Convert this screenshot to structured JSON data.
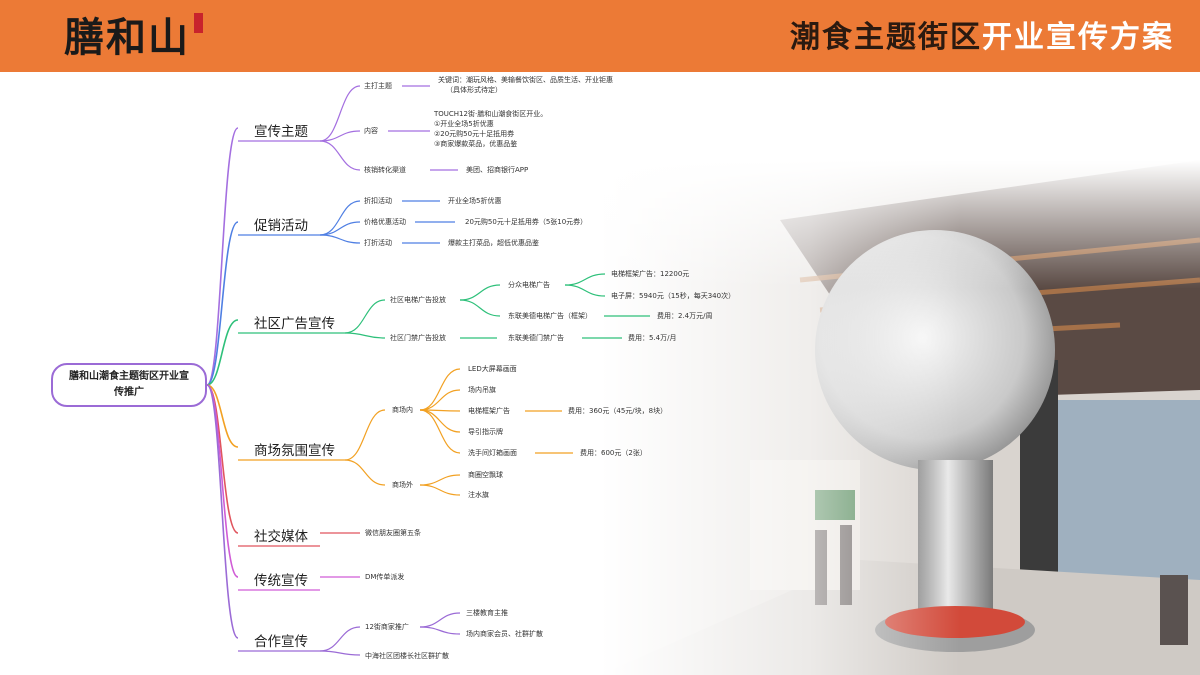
{
  "header": {
    "logo_text": "膳和山",
    "title_part1": "潮食主题街区",
    "title_part2": "开业宣传方案"
  },
  "colors": {
    "header_bg": "#ec7a36",
    "branch_purple": "#a46fe0",
    "branch_blue": "#4f7fe3",
    "branch_green": "#2ec07a",
    "branch_orange": "#f2a123",
    "branch_red": "#e0555e",
    "branch_magenta": "#d05cd6",
    "branch_violet": "#9b6bd6"
  },
  "mindmap": {
    "root": "膳和山潮食主题街区开业宣传推广",
    "branches": [
      {
        "label": "宣传主题",
        "children": [
          {
            "label": "主打主题",
            "note_lines": [
              "关键词：潮玩风格、美输餐饮街区、品质生活、开业钜惠",
              "（具体形式待定）"
            ]
          },
          {
            "label": "内容",
            "note_lines": [
              "TOUCH12街·膳和山潮食街区开业。",
              "①开业全场5折优惠",
              "②20元购50元十足抵用券",
              "③商家爆款菜品，优惠品鉴"
            ]
          },
          {
            "label": "核销转化渠道",
            "note_lines": [
              "美团、招商银行APP"
            ]
          }
        ]
      },
      {
        "label": "促销活动",
        "children": [
          {
            "label": "折扣活动",
            "note_lines": [
              "开业全场5折优惠"
            ]
          },
          {
            "label": "价格优惠活动",
            "note_lines": [
              "20元购50元十足抵用券（5张10元券）"
            ]
          },
          {
            "label": "打折活动",
            "note_lines": [
              "爆款主打菜品，超低优惠品鉴"
            ]
          }
        ]
      },
      {
        "label": "社区广告宣传",
        "children": [
          {
            "label": "社区电梯广告投放",
            "children": [
              {
                "label": "分众电梯广告",
                "children": [
                  {
                    "label": "电梯框架广告：12200元"
                  },
                  {
                    "label": "电子屏：5940元（15秒，每天340次）"
                  }
                ]
              },
              {
                "label": "东联美德电梯广告（框架）",
                "note": "费用：2.4万元/周"
              }
            ]
          },
          {
            "label": "社区门禁广告投放",
            "children": [
              {
                "label": "东联美德门禁广告",
                "note": "费用：5.4万/月"
              }
            ]
          }
        ]
      },
      {
        "label": "商场氛围宣传",
        "children": [
          {
            "label": "商场内",
            "children": [
              {
                "label": "LED大屏幕画面"
              },
              {
                "label": "场内吊旗"
              },
              {
                "label": "电梯框架广告",
                "note": "费用：360元（45元/块，8块）"
              },
              {
                "label": "导引指示牌"
              },
              {
                "label": "洗手间灯箱画面",
                "note": "费用：600元（2张）"
              }
            ]
          },
          {
            "label": "商场外",
            "children": [
              {
                "label": "商圈空飘球"
              },
              {
                "label": "注水旗"
              }
            ]
          }
        ]
      },
      {
        "label": "社交媒体",
        "children": [
          {
            "label": "微信朋友圈第五条"
          }
        ]
      },
      {
        "label": "传统宣传",
        "children": [
          {
            "label": "DM传单派发"
          }
        ]
      },
      {
        "label": "合作宣传",
        "children": [
          {
            "label": "12街商家推广",
            "children": [
              {
                "label": "三楼教育主推"
              },
              {
                "label": "场内商家会员、社群扩散"
              }
            ]
          },
          {
            "label": "中海社区团楼长社区群扩散"
          }
        ]
      }
    ]
  }
}
